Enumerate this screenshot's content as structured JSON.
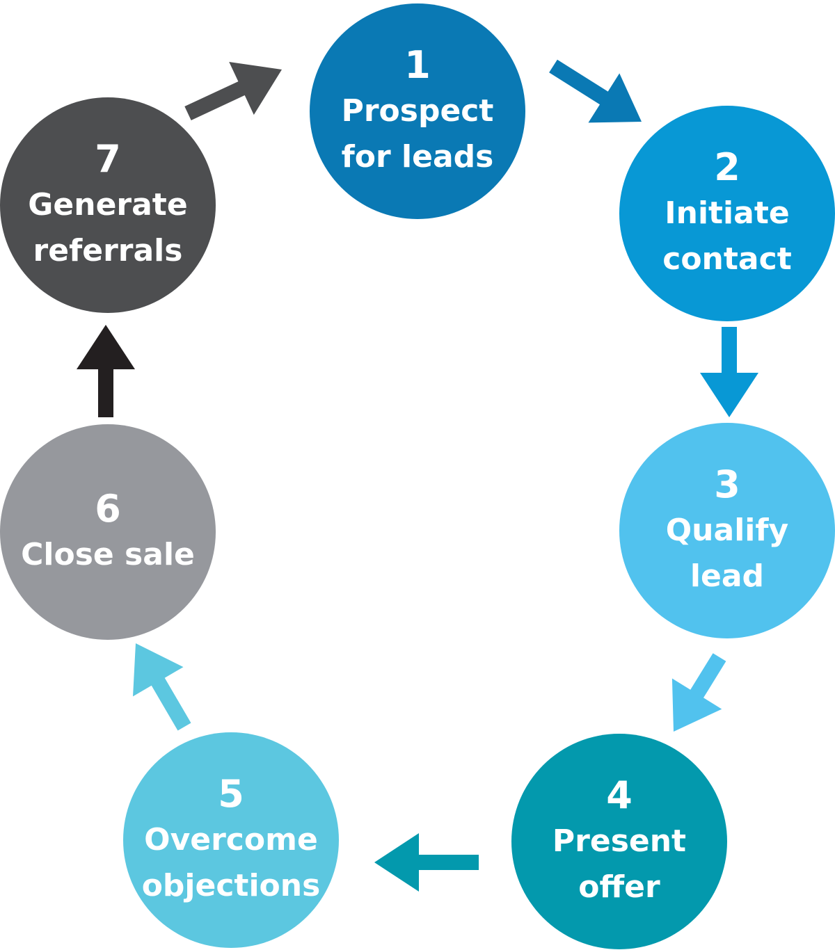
{
  "steps": [
    {
      "number": "1",
      "lines": [
        "Prospect",
        "for leads"
      ],
      "color": "#0a79b4"
    },
    {
      "number": "2",
      "lines": [
        "Initiate",
        "contact"
      ],
      "color": "#0898d5"
    },
    {
      "number": "3",
      "lines": [
        "Qualify",
        "lead"
      ],
      "color": "#51c2ee"
    },
    {
      "number": "4",
      "lines": [
        "Present",
        "offer"
      ],
      "color": "#0399ad"
    },
    {
      "number": "5",
      "lines": [
        "Overcome",
        "objections"
      ],
      "color": "#5cc7e0"
    },
    {
      "number": "6",
      "lines": [
        "Close sale"
      ],
      "color": "#96989d"
    },
    {
      "number": "7",
      "lines": [
        "Generate",
        "referrals"
      ],
      "color": "#4d4e50"
    }
  ],
  "arrows": [
    {
      "from": "7",
      "to": "1",
      "color": "#4d4e50"
    },
    {
      "from": "1",
      "to": "2",
      "color": "#0a79b4"
    },
    {
      "from": "2",
      "to": "3",
      "color": "#0898d5"
    },
    {
      "from": "3",
      "to": "4",
      "color": "#51c2ee"
    },
    {
      "from": "4",
      "to": "5",
      "color": "#0399ad"
    },
    {
      "from": "5",
      "to": "6",
      "color": "#5cc7e0"
    },
    {
      "from": "6",
      "to": "7",
      "color": "#231f20"
    }
  ]
}
